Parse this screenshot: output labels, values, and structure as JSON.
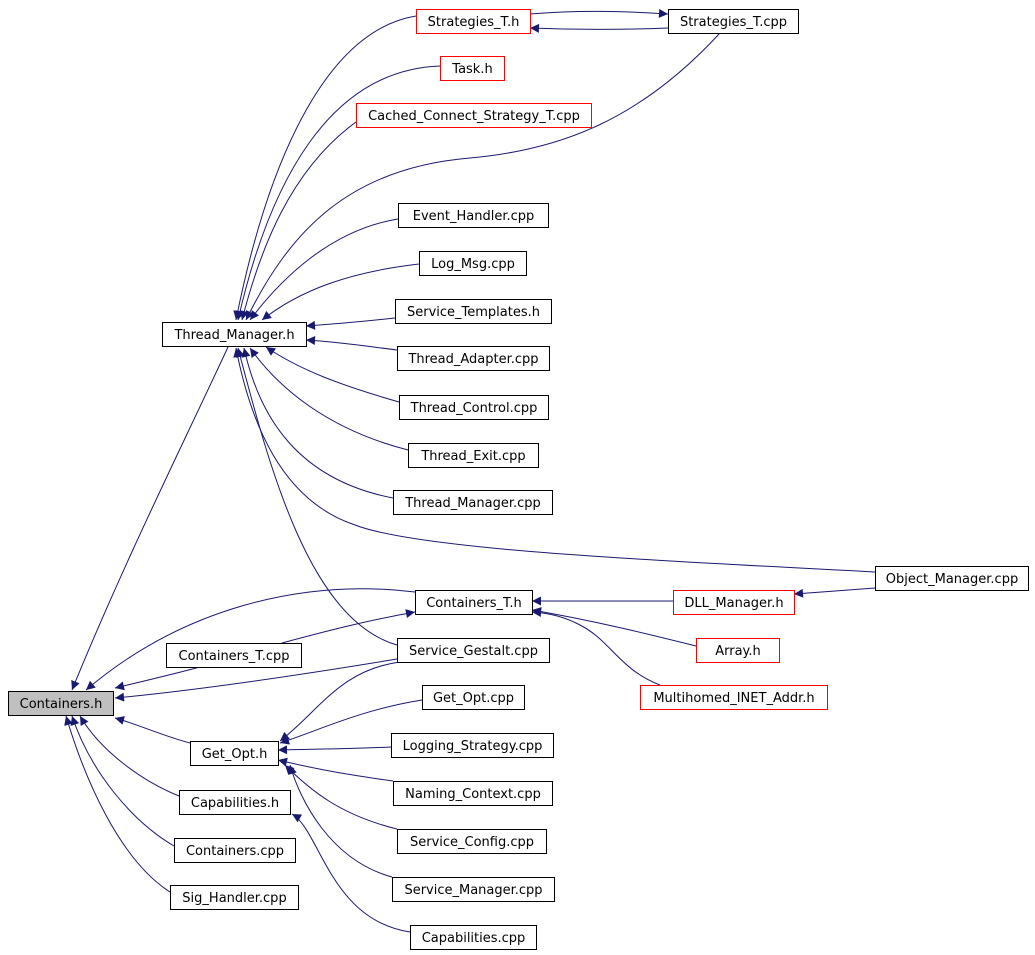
{
  "diagram": {
    "nodes": [
      {
        "id": "containers_h",
        "label": "Containers.h",
        "style": "root"
      },
      {
        "id": "strategies_t_h",
        "label": "Strategies_T.h",
        "style": "red"
      },
      {
        "id": "strategies_t_cpp",
        "label": "Strategies_T.cpp",
        "style": "black"
      },
      {
        "id": "task_h",
        "label": "Task.h",
        "style": "red"
      },
      {
        "id": "cached_connect",
        "label": "Cached_Connect_Strategy_T.cpp",
        "style": "red"
      },
      {
        "id": "event_handler",
        "label": "Event_Handler.cpp",
        "style": "black"
      },
      {
        "id": "log_msg",
        "label": "Log_Msg.cpp",
        "style": "black"
      },
      {
        "id": "thread_manager_h",
        "label": "Thread_Manager.h",
        "style": "black"
      },
      {
        "id": "service_templates",
        "label": "Service_Templates.h",
        "style": "black"
      },
      {
        "id": "thread_adapter",
        "label": "Thread_Adapter.cpp",
        "style": "black"
      },
      {
        "id": "thread_control",
        "label": "Thread_Control.cpp",
        "style": "black"
      },
      {
        "id": "thread_exit",
        "label": "Thread_Exit.cpp",
        "style": "black"
      },
      {
        "id": "thread_manager_cpp",
        "label": "Thread_Manager.cpp",
        "style": "black"
      },
      {
        "id": "object_manager",
        "label": "Object_Manager.cpp",
        "style": "black"
      },
      {
        "id": "containers_t_h",
        "label": "Containers_T.h",
        "style": "black"
      },
      {
        "id": "dll_manager",
        "label": "DLL_Manager.h",
        "style": "red"
      },
      {
        "id": "containers_t_cpp",
        "label": "Containers_T.cpp",
        "style": "black"
      },
      {
        "id": "service_gestalt",
        "label": "Service_Gestalt.cpp",
        "style": "black"
      },
      {
        "id": "array_h",
        "label": "Array.h",
        "style": "red"
      },
      {
        "id": "multihomed",
        "label": "Multihomed_INET_Addr.h",
        "style": "red"
      },
      {
        "id": "get_opt_cpp",
        "label": "Get_Opt.cpp",
        "style": "black"
      },
      {
        "id": "get_opt_h",
        "label": "Get_Opt.h",
        "style": "black"
      },
      {
        "id": "logging_strategy",
        "label": "Logging_Strategy.cpp",
        "style": "black"
      },
      {
        "id": "naming_context",
        "label": "Naming_Context.cpp",
        "style": "black"
      },
      {
        "id": "capabilities_h",
        "label": "Capabilities.h",
        "style": "black"
      },
      {
        "id": "service_config",
        "label": "Service_Config.cpp",
        "style": "black"
      },
      {
        "id": "containers_cpp",
        "label": "Containers.cpp",
        "style": "black"
      },
      {
        "id": "service_manager",
        "label": "Service_Manager.cpp",
        "style": "black"
      },
      {
        "id": "sig_handler",
        "label": "Sig_Handler.cpp",
        "style": "black"
      },
      {
        "id": "capabilities_cpp",
        "label": "Capabilities.cpp",
        "style": "black"
      }
    ],
    "edges": [
      {
        "from": "thread_manager_h",
        "to": "containers_h"
      },
      {
        "from": "containers_t_h",
        "to": "containers_h"
      },
      {
        "from": "containers_t_cpp",
        "to": "containers_h"
      },
      {
        "from": "service_gestalt",
        "to": "containers_h"
      },
      {
        "from": "get_opt_h",
        "to": "containers_h"
      },
      {
        "from": "capabilities_h",
        "to": "containers_h"
      },
      {
        "from": "containers_cpp",
        "to": "containers_h"
      },
      {
        "from": "sig_handler",
        "to": "containers_h"
      },
      {
        "from": "strategies_t_h",
        "to": "thread_manager_h"
      },
      {
        "from": "task_h",
        "to": "thread_manager_h"
      },
      {
        "from": "cached_connect",
        "to": "thread_manager_h"
      },
      {
        "from": "strategies_t_cpp",
        "to": "thread_manager_h"
      },
      {
        "from": "event_handler",
        "to": "thread_manager_h"
      },
      {
        "from": "log_msg",
        "to": "thread_manager_h"
      },
      {
        "from": "service_templates",
        "to": "thread_manager_h"
      },
      {
        "from": "thread_adapter",
        "to": "thread_manager_h"
      },
      {
        "from": "thread_control",
        "to": "thread_manager_h"
      },
      {
        "from": "thread_exit",
        "to": "thread_manager_h"
      },
      {
        "from": "thread_manager_cpp",
        "to": "thread_manager_h"
      },
      {
        "from": "object_manager",
        "to": "thread_manager_h"
      },
      {
        "from": "service_gestalt",
        "to": "thread_manager_h"
      },
      {
        "from": "strategies_t_h",
        "to": "strategies_t_cpp"
      },
      {
        "from": "strategies_t_cpp",
        "to": "strategies_t_h"
      },
      {
        "from": "containers_t_cpp",
        "to": "containers_t_h"
      },
      {
        "from": "dll_manager",
        "to": "containers_t_h"
      },
      {
        "from": "array_h",
        "to": "containers_t_h"
      },
      {
        "from": "multihomed",
        "to": "containers_t_h"
      },
      {
        "from": "object_manager",
        "to": "dll_manager"
      },
      {
        "from": "service_gestalt",
        "to": "get_opt_h"
      },
      {
        "from": "get_opt_cpp",
        "to": "get_opt_h"
      },
      {
        "from": "logging_strategy",
        "to": "get_opt_h"
      },
      {
        "from": "naming_context",
        "to": "get_opt_h"
      },
      {
        "from": "service_config",
        "to": "get_opt_h"
      },
      {
        "from": "service_manager",
        "to": "get_opt_h"
      },
      {
        "from": "capabilities_cpp",
        "to": "capabilities_h"
      }
    ],
    "colors": {
      "edge": "#191970",
      "root_fill": "#bfbfbf",
      "red_border": "#ff0000",
      "black_border": "#000000"
    }
  }
}
